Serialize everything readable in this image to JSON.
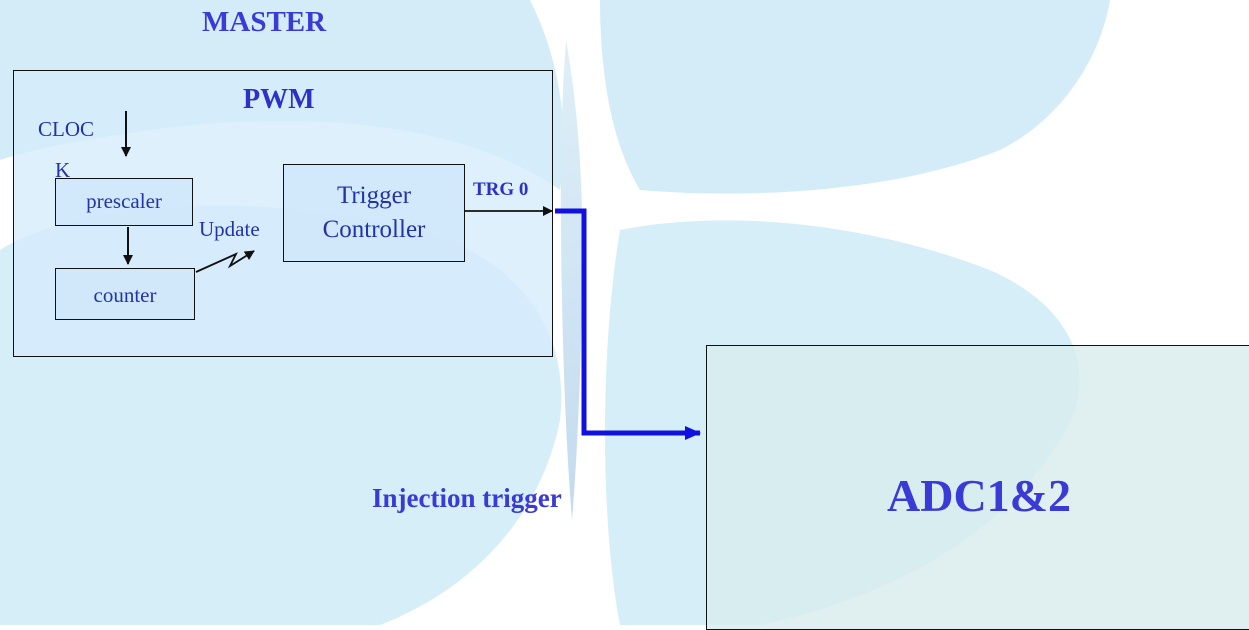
{
  "diagram": {
    "master_title": "MASTER",
    "pwm": {
      "title": "PWM",
      "clock_label_line1": "CLOC",
      "clock_label_line2": "K",
      "prescaler_label": "prescaler",
      "counter_label": "counter",
      "update_label": "Update",
      "trigger_controller_line1": "Trigger",
      "trigger_controller_line2": "Controller",
      "trg_label": "TRG 0"
    },
    "adc_label": "ADC1&2",
    "injection_label": "Injection trigger"
  },
  "colors": {
    "title_blue": "#3a3ad6",
    "text_blue": "#2233aa",
    "wire_blue": "#1010e0",
    "box_fill": "#d0e8fa",
    "background_motif": "#cfeaf6"
  }
}
